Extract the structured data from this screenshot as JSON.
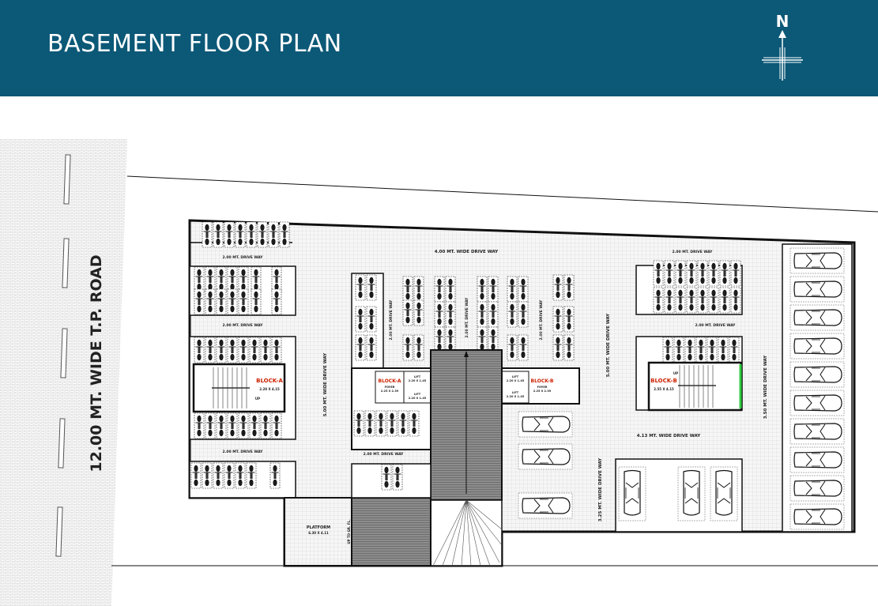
{
  "header": {
    "title": "BASEMENT FLOOR PLAN",
    "north_label": "N",
    "background_color": "#0c5877"
  },
  "road": {
    "label": "12.00 MT. WIDE T.P. ROAD"
  },
  "labels": {
    "drive_top": "4.00 MT. WIDE DRIVE WAY",
    "drive_small_a1": "2.00 MT. DRIVE WAY",
    "drive_small_a2": "2.00 MT. DRIVE WAY",
    "drive_small_a3": "2.00 MT. DRIVE WAY",
    "drive_small_mid": "2.00 MT. DRIVE WAY",
    "drive_small_b1": "2.00 MT. DRIVE WAY",
    "drive_small_b2": "2.00 MT. DRIVE WAY",
    "drive_vert_5_left": "5.00 MT. WIDE DRIVE WAY",
    "drive_vert_5_right": "5.00 MT. WIDE DRIVE WAY",
    "drive_vert_2_a": "2.00 MT. DRIVE WAY",
    "drive_vert_2_b": "2.00 MT. DRIVE WAY",
    "drive_vert_2_c": "2.00 MT. DRIVE WAY",
    "drive_vert_350": "3.50 MT. WIDE DRIVE WAY",
    "drive_vert_325": "3.25 MT. WIDE DRIVE WAY",
    "drive_413": "4.13 MT. WIDE DRIVE WAY",
    "block_a": "BLOCK-A",
    "block_b": "BLOCK-B",
    "block_a_dim": "2.28 X 4.15",
    "block_b_dim": "2.55 X 4.15",
    "up_1": "UP",
    "up_2": "UP",
    "foyer_a": "FOYER",
    "foyer_a_dim": "2.25 X 2.39",
    "foyer_b": "FOYER",
    "foyer_b_dim": "2.25 X 2.39",
    "lift_1": "LIFT",
    "lift_1_dim": "2.20 X 1.45",
    "lift_2": "LIFT",
    "lift_2_dim": "2.20 X 1.45",
    "lift_3": "LIFT",
    "lift_3_dim": "2.20 X 1.45",
    "lift_4": "LIFT",
    "lift_4_dim": "2.20 X 1.45",
    "platform": "PLATFORM",
    "platform_dim": "6.30 X 4.11",
    "up_to_gr": "UP TO GR. FL."
  },
  "colors": {
    "block_label": "#cc2200",
    "wall": "#111111",
    "hatch": "#d8d8d8",
    "green_door": "#2ecc40"
  }
}
